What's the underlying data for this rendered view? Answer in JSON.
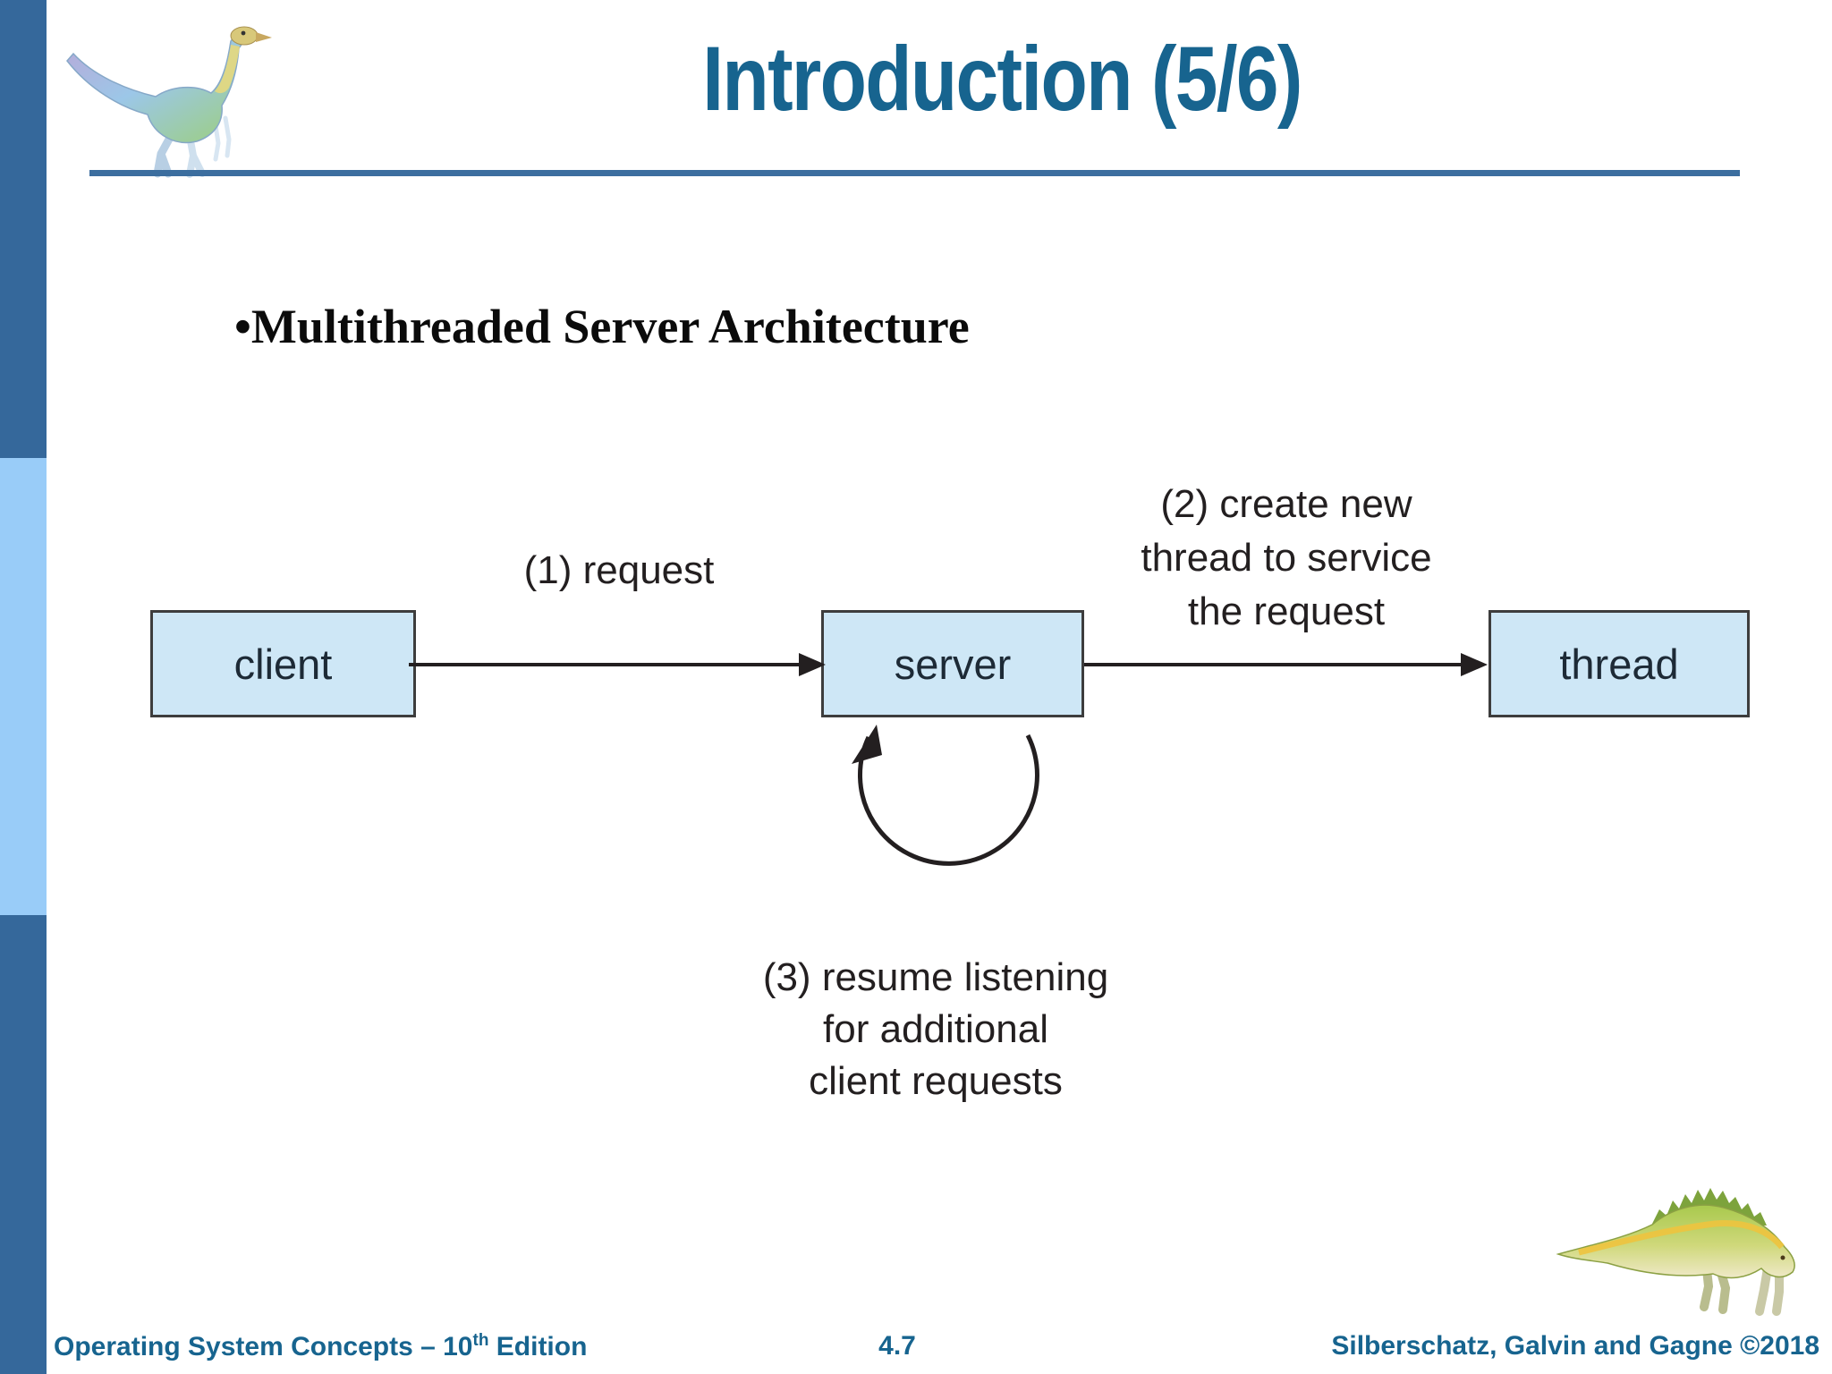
{
  "slide": {
    "title": "Introduction (5/6)",
    "bullet_marker": "•",
    "bullet_text": "Multithreaded Server Architecture"
  },
  "diagram": {
    "boxes": [
      {
        "label": "client"
      },
      {
        "label": "server"
      },
      {
        "label": "thread"
      }
    ],
    "labels": {
      "step1": "(1) request",
      "step2_lines": [
        "(2) create new",
        "thread to service",
        "the request"
      ],
      "step3_lines": [
        "(3) resume listening",
        "for additional",
        "client requests"
      ]
    }
  },
  "footer": {
    "left_prefix": "Operating System Concepts – 10",
    "left_sup": "th",
    "left_suffix": " Edition",
    "page": "4.7",
    "right": "Silberschatz, Galvin and Gagne ©2018"
  },
  "icons": {
    "top_left": "dinosaur-logo",
    "bottom_right": "dinosaur-illustration"
  },
  "colors": {
    "sidebar_dark": "#35689B",
    "sidebar_light": "#99CCF8",
    "title_blue": "#17648F",
    "rule_blue": "#3C6E9F",
    "box_fill": "#CEE7F6",
    "ink": "#231F20"
  }
}
